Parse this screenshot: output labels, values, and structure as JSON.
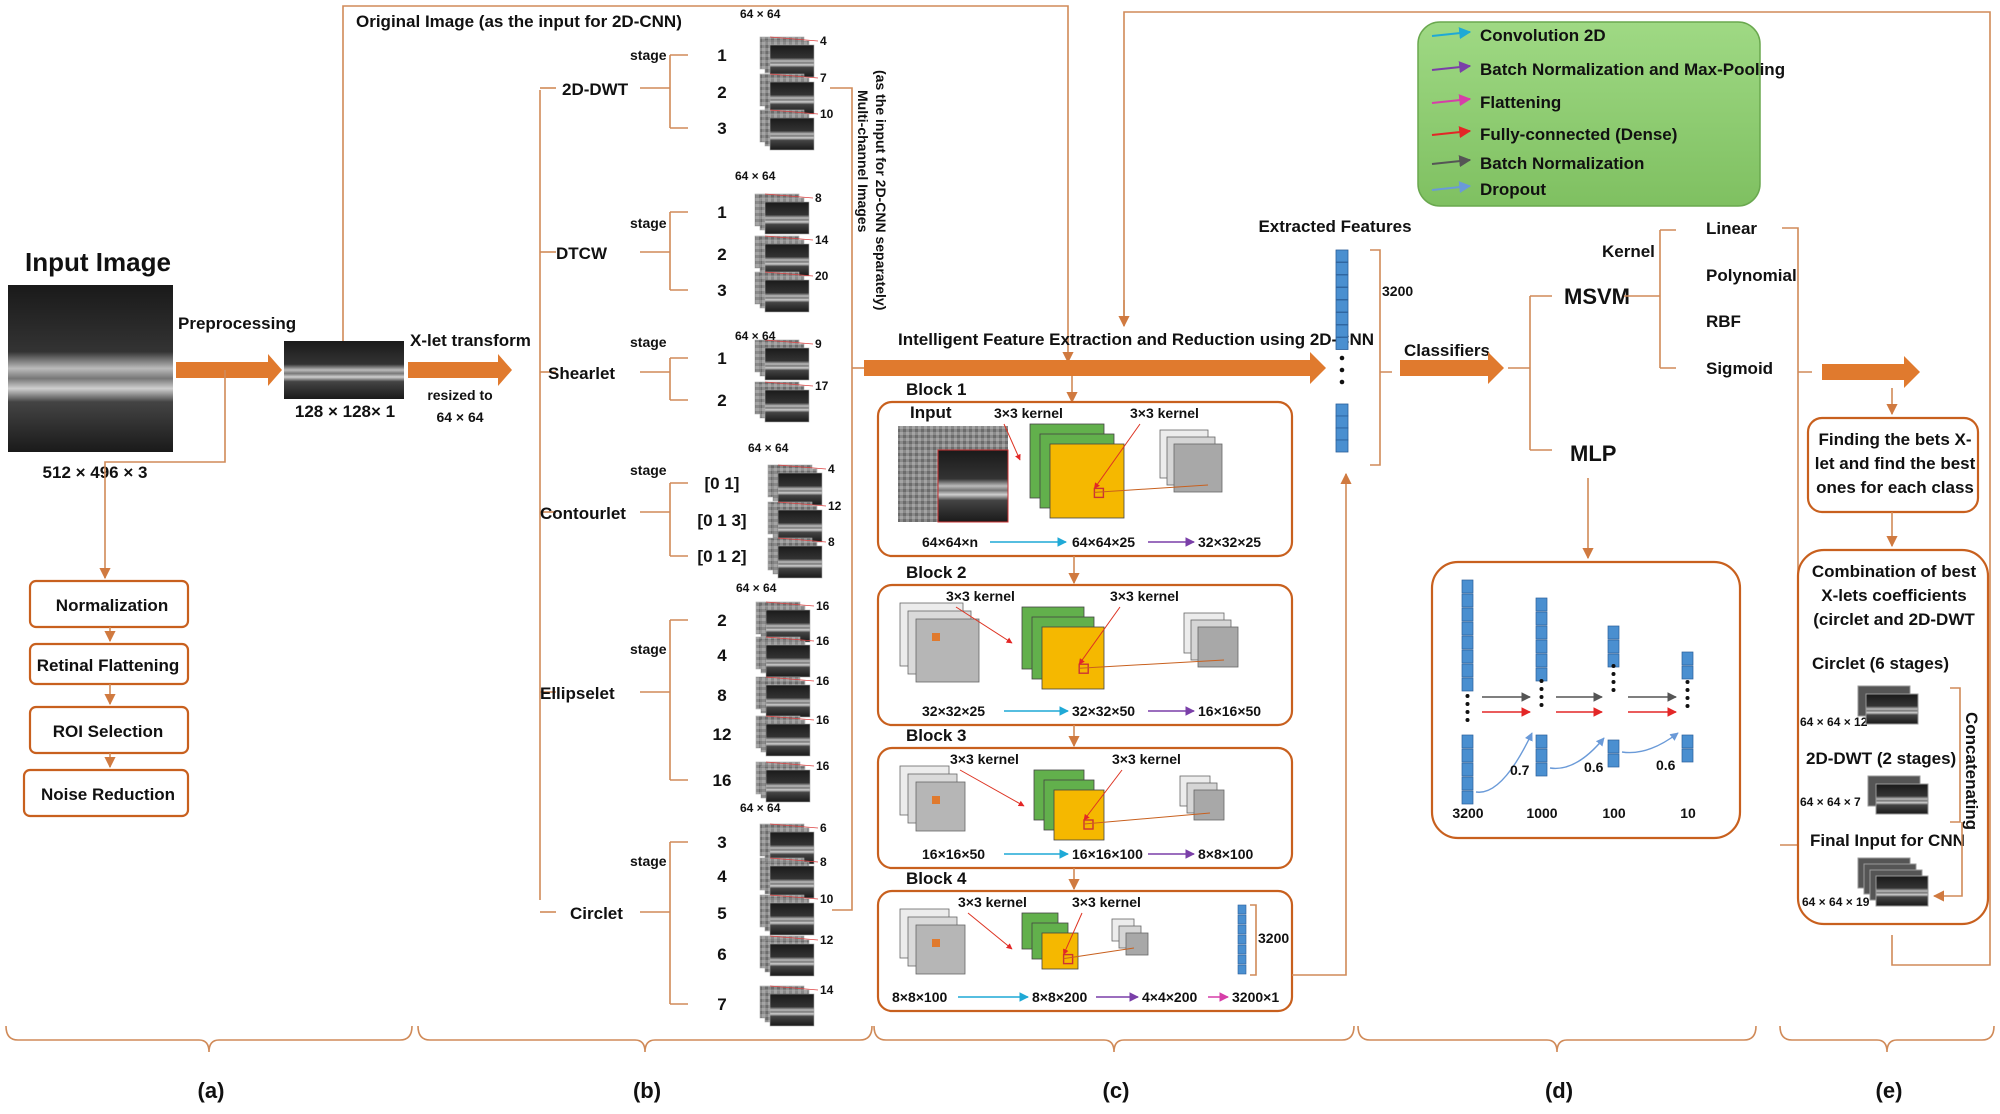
{
  "input": {
    "title": "Input Image",
    "dims": "512 × 496 × 3",
    "preprocess": "Preprocessing",
    "pre_dims": "128 × 128× 1",
    "xlet_label": "X-let transform",
    "resized": "resized to",
    "resized_dims": "64 × 64"
  },
  "preproc_steps": [
    "Normalization",
    "Retinal Flattening",
    "ROI Selection",
    "Noise Reduction"
  ],
  "original_note": "Original Image (as the input for 2D-CNN)",
  "multi_note_1": "Multi-channel Images",
  "multi_note_2": "(as the input for 2D-CNN separately)",
  "stage_word": "stage",
  "xlets": [
    {
      "name": "2D-DWT",
      "size": "64 × 64",
      "stages": [
        "1",
        "2",
        "3"
      ],
      "channels": [
        "4",
        "7",
        "10"
      ]
    },
    {
      "name": "DTCW",
      "size": "64 × 64",
      "stages": [
        "1",
        "2",
        "3"
      ],
      "channels": [
        "8",
        "14",
        "20"
      ]
    },
    {
      "name": "Shearlet",
      "size": "64 × 64",
      "stages": [
        "1",
        "2"
      ],
      "channels": [
        "9",
        "17"
      ]
    },
    {
      "name": "Contourlet",
      "size": "64 × 64",
      "stages": [
        "[0 1]",
        "[0 1 3]",
        "[0 1 2]"
      ],
      "channels": [
        "4",
        "12",
        "8"
      ]
    },
    {
      "name": "Ellipselet",
      "size": "64 × 64",
      "stages": [
        "2",
        "4",
        "8",
        "12",
        "16"
      ],
      "channels": [
        "16",
        "16",
        "16",
        "16",
        "16"
      ]
    },
    {
      "name": "Circlet",
      "size": "64 × 64",
      "stages": [
        "3",
        "4",
        "5",
        "6",
        "7"
      ],
      "channels": [
        "6",
        "8",
        "10",
        "12",
        "14"
      ]
    }
  ],
  "cnn": {
    "title": "Intelligent Feature Extraction and Reduction using 2D-CNN",
    "kernel": "3×3 kernel",
    "blocks": [
      {
        "name": "Block 1",
        "input": "Input",
        "dims": [
          "64×64×n",
          "64×64×25",
          "32×32×25"
        ]
      },
      {
        "name": "Block 2",
        "dims": [
          "32×32×25",
          "32×32×50",
          "16×16×50"
        ]
      },
      {
        "name": "Block 3",
        "dims": [
          "16×16×50",
          "16×16×100",
          "8×8×100"
        ]
      },
      {
        "name": "Block 4",
        "dims": [
          "8×8×100",
          "8×8×200",
          "4×4×200",
          "3200×1"
        ],
        "vec": "3200"
      }
    ]
  },
  "features": {
    "title": "Extracted Features",
    "size": "3200"
  },
  "classifiers": {
    "label": "Classifiers",
    "msvm": "MSVM",
    "kernel": "Kernel",
    "kernels": [
      "Linear",
      "Polynomial",
      "RBF",
      "Sigmoid"
    ],
    "mlp": "MLP"
  },
  "mlp_net": {
    "layers": [
      "3200",
      "1000",
      "100",
      "10"
    ],
    "dropouts": [
      "0.7",
      "0.6",
      "0.6"
    ]
  },
  "legend": [
    {
      "label": "Convolution 2D",
      "color": "#1fa9d6"
    },
    {
      "label": "Batch Normalization and Max-Pooling",
      "color": "#7a3fa8"
    },
    {
      "label": "Flattening",
      "color": "#d63ea8"
    },
    {
      "label": "Fully-connected (Dense)",
      "color": "#e32626"
    },
    {
      "label": "Batch Normalization",
      "color": "#555555"
    },
    {
      "label": "Dropout",
      "color": "#6a9ad8"
    }
  ],
  "right": {
    "find_best": [
      "Finding the bets X-",
      "let and find the best",
      "ones for each class"
    ],
    "combo": [
      "Combination of best",
      "X-lets coefficients",
      "(circlet and 2D-DWT"
    ],
    "circlet": "Circlet (6 stages)",
    "circlet_dims": "64 × 64 × 12",
    "dwt": "2D-DWT (2 stages)",
    "dwt_dims": "64 × 64 × 7",
    "concat": "Concatenating",
    "final": "Final Input for CNN",
    "final_dims": "64 × 64 × 19"
  },
  "sections": [
    "(a)",
    "(b)",
    "(c)",
    "(d)",
    "(e)"
  ],
  "colors": {
    "arrow": "#e07a2e",
    "line": "#d08a58",
    "green": "#62b04c",
    "yellow": "#f5b800",
    "blue": "#4a8fd0",
    "gray": "#a8a8a8",
    "legend_bg": "#8fcf72"
  }
}
